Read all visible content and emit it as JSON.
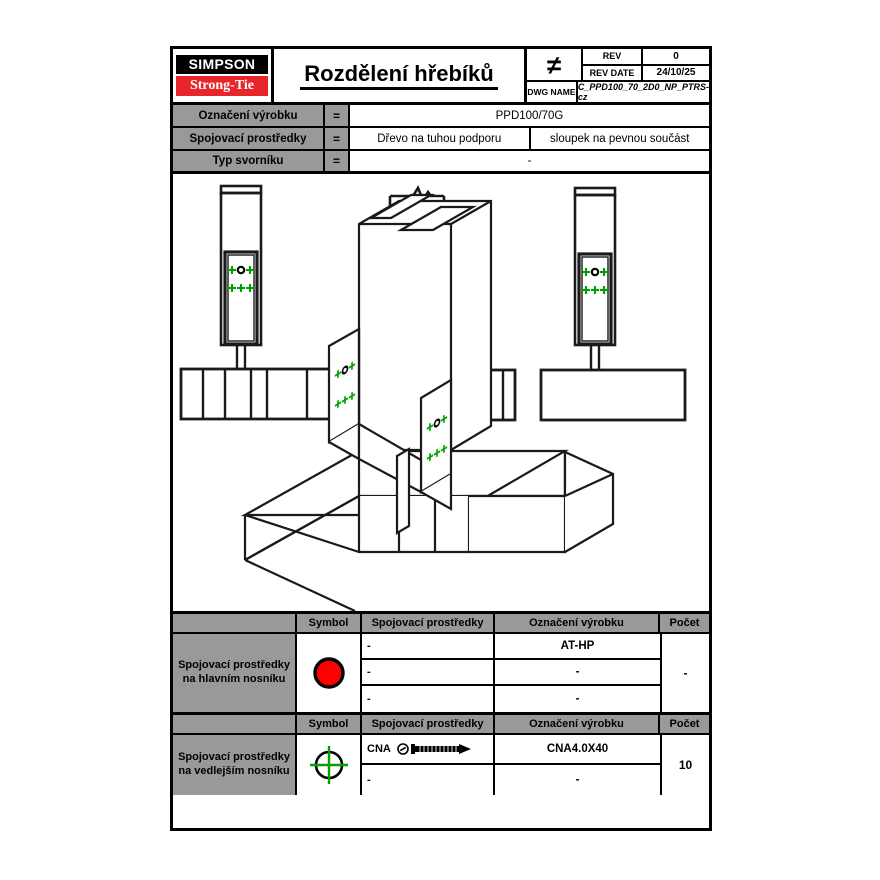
{
  "titleblock": {
    "logo_line1": "SIMPSON",
    "logo_line2": "Strong-Tie",
    "drawing_title": "Rozdělení hřebíků",
    "weld_symbol": "≠",
    "rev_label": "REV",
    "rev_value": "0",
    "rev_date_label": "REV DATE",
    "rev_date_value": "24/10/25",
    "dwg_name_label": "DWG NAME",
    "dwg_name_value": "C_PPD100_70_2D0_NP_PTRS-cz"
  },
  "spec_rows": [
    {
      "label": "Označení výrobku",
      "eq": "=",
      "value": "PPD100/70G",
      "value2": null
    },
    {
      "label": "Spojovací prostředky",
      "eq": "=",
      "value": "Dřevo na tuhou podporu",
      "value2": "sloupek na pevnou součást"
    },
    {
      "label": "Typ svorníku",
      "eq": "=",
      "value": "-",
      "value2": null
    }
  ],
  "drawing": {
    "view_front_label": "front-elevation",
    "view_side_label": "side-elevation",
    "view_back_label": "back-elevation",
    "view_iso_label": "isometric-3d-view",
    "nail_marker_color": "#00a000",
    "bolt_marker_color": "#000000",
    "line_color": "#1a1a1a"
  },
  "table_main": {
    "description": "Spojovací prostředky na hlavním nosníku",
    "headers": {
      "symbol": "Symbol",
      "fastener": "Spojovací prostředky",
      "product": "Označení výrobku",
      "count": "Počet"
    },
    "symbol_name": "red-filled-circle",
    "symbol_color": "#ff0000",
    "count": "-",
    "rows": [
      {
        "fastener": "-",
        "product": "AT-HP"
      },
      {
        "fastener": "-",
        "product": "-"
      },
      {
        "fastener": "-",
        "product": "-"
      }
    ]
  },
  "table_secondary": {
    "description": "Spojovací prostředky na vedlejším nosníku",
    "headers": {
      "symbol": "Symbol",
      "fastener": "Spojovací prostředky",
      "product": "Označení výrobku",
      "count": "Počet"
    },
    "symbol_name": "crosshair-circle",
    "symbol_color": "#00a000",
    "count": "10",
    "rows": [
      {
        "fastener": "CNA",
        "product": "CNA4.0X40",
        "has_nail_icon": true
      },
      {
        "fastener": "-",
        "product": "-",
        "has_nail_icon": false
      }
    ]
  }
}
